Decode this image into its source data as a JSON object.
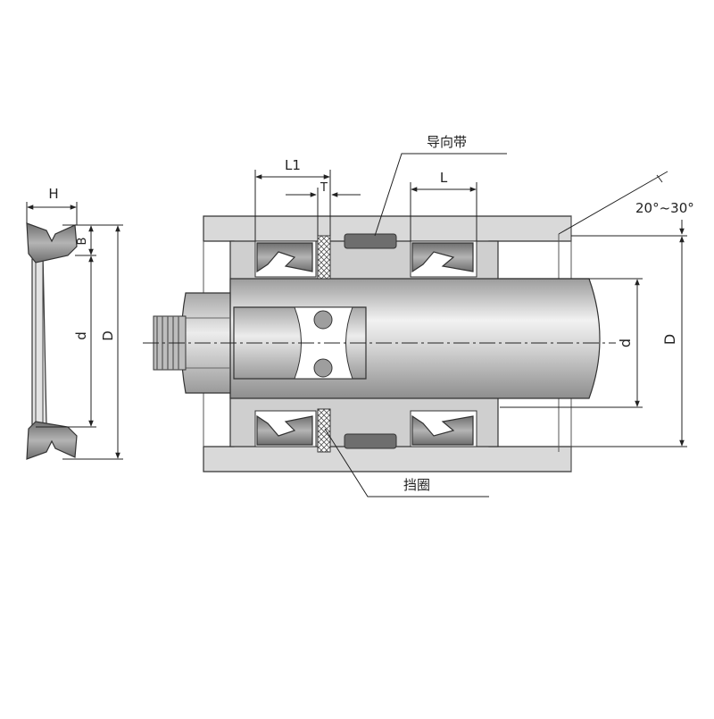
{
  "labels": {
    "guide_strip": "导向带",
    "retaining_ring": "挡圈",
    "chamfer_angle": "20°~30°",
    "H": "H",
    "B": "B",
    "d_left": "d",
    "D_left": "D",
    "L1": "L1",
    "T": "T",
    "L": "L",
    "d_right": "d",
    "D_right": "D"
  },
  "colors": {
    "housing": "#d6d6d6",
    "piston": "#c4c4c4",
    "seal": "#8a8a8a",
    "guide_strip": "#6f6f6f",
    "rod_light": "#eeeeee",
    "rod_dark": "#9a9a9a",
    "line": "#222222"
  }
}
